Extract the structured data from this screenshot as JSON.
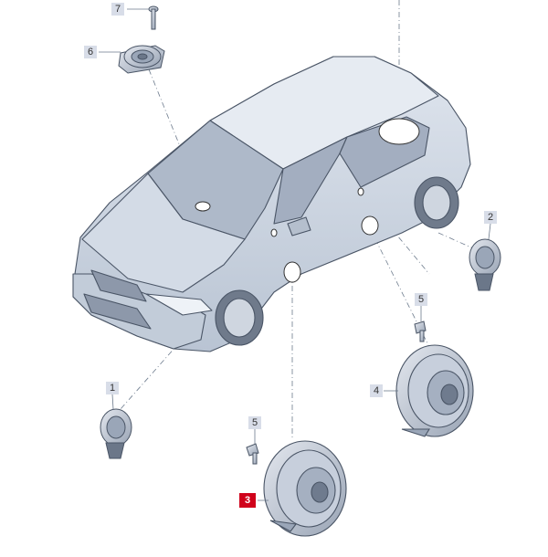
{
  "callouts": [
    {
      "id": "7",
      "active": false
    },
    {
      "id": "6",
      "active": false
    },
    {
      "id": "2",
      "active": false
    },
    {
      "id": "5",
      "active": false
    },
    {
      "id": "4",
      "active": false
    },
    {
      "id": "1",
      "active": false
    },
    {
      "id": "5",
      "active": false
    },
    {
      "id": "3",
      "active": true
    }
  ],
  "colors": {
    "highlight": "#d0021b",
    "callout_bg": "#d8dde8",
    "part_fill": "#bcc5d4",
    "car_body": "#c9d3e0",
    "leader_line": "#6c7a8c"
  },
  "parts": [
    {
      "callout": "1",
      "icon": "tweeter-speaker-icon"
    },
    {
      "callout": "2",
      "icon": "tweeter-speaker-icon"
    },
    {
      "callout": "3",
      "icon": "woofer-speaker-icon"
    },
    {
      "callout": "4",
      "icon": "woofer-speaker-icon"
    },
    {
      "callout": "5",
      "icon": "screw-icon"
    },
    {
      "callout": "6",
      "icon": "rear-speaker-icon"
    },
    {
      "callout": "7",
      "icon": "screw-icon"
    }
  ]
}
